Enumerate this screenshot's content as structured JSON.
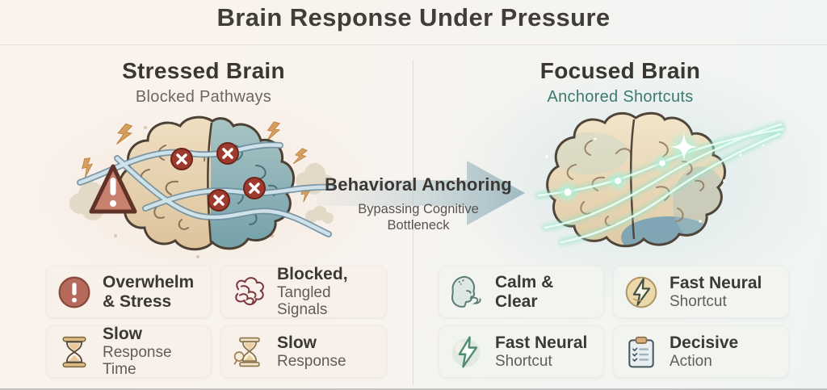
{
  "page": {
    "title": "Brain Response Under Pressure"
  },
  "center": {
    "arrow_label": "Behavioral Anchoring",
    "arrow_sub_line1": "Bypassing Cognitive",
    "arrow_sub_line2": "Bottleneck"
  },
  "left_panel": {
    "heading": "Stressed Brain",
    "subheading": "Blocked Pathways",
    "illustration": "stressed-brain-with-blocked-pathways",
    "cards": [
      {
        "icon": "alert-circle-icon",
        "line1": "Overwhelm",
        "line2": "& Stress"
      },
      {
        "icon": "tangled-signals-icon",
        "line1": "Blocked,",
        "line2": "Tangled Signals"
      },
      {
        "icon": "hourglass-icon",
        "line1": "Slow",
        "line2": "Response Time"
      },
      {
        "icon": "hourglass-outline-icon",
        "line1": "Slow",
        "line2": "Response"
      }
    ]
  },
  "right_panel": {
    "heading": "Focused Brain",
    "subheading": "Anchored Shortcuts",
    "illustration": "focused-brain-with-glowing-shortcuts",
    "cards": [
      {
        "icon": "calm-head-icon",
        "line1": "Calm & Clear",
        "line2": ""
      },
      {
        "icon": "bolt-circle-icon",
        "line1": "Fast Neural",
        "line2": "Shortcut"
      },
      {
        "icon": "bolt-green-icon",
        "line1": "Fast Neural",
        "line2": "Shortcut"
      },
      {
        "icon": "clipboard-checklist-icon",
        "line1": "Decisive",
        "line2": "Action"
      }
    ]
  },
  "colors": {
    "accent_teal": "#3c7a70",
    "alert_red": "#b66a5b",
    "blocked_node_red": "#9e3b2e",
    "arrow_gray_blue": "#a6bec6",
    "bolt_green": "#4f8b6f",
    "background_warm": "#faf2ec",
    "background_cool": "#eff4f2"
  }
}
